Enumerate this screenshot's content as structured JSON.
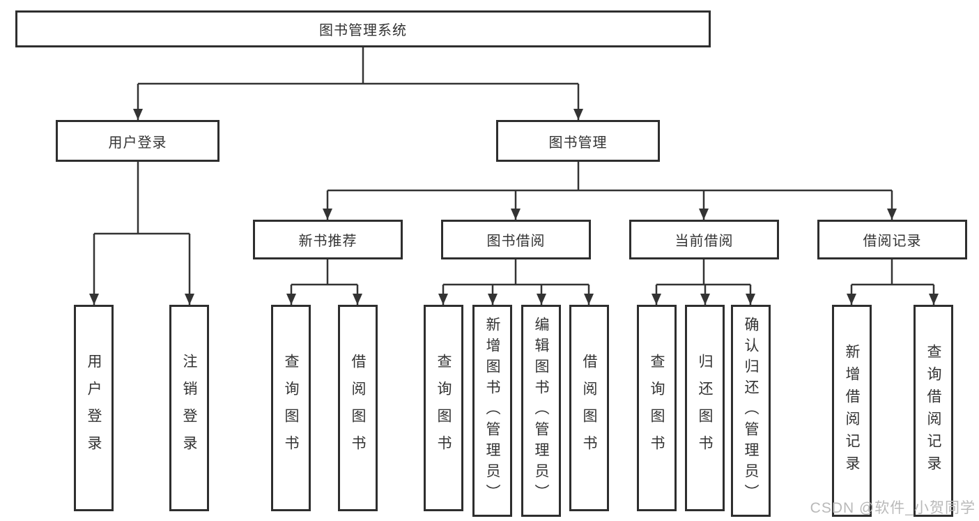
{
  "tree": {
    "label": "图书管理系统",
    "children": [
      {
        "label": "用户登录",
        "children": [
          {
            "label": "用户登录"
          },
          {
            "label": "注销登录"
          }
        ]
      },
      {
        "label": "图书管理",
        "children": [
          {
            "label": "新书推荐",
            "children": [
              {
                "label": "查询图书"
              },
              {
                "label": "借阅图书"
              }
            ]
          },
          {
            "label": "图书借阅",
            "children": [
              {
                "label": "查询图书"
              },
              {
                "label": "新增图书（管理员）"
              },
              {
                "label": "编辑图书（管理员）"
              },
              {
                "label": "借阅图书"
              }
            ]
          },
          {
            "label": "当前借阅",
            "children": [
              {
                "label": "查询图书"
              },
              {
                "label": "归还图书"
              },
              {
                "label": "确认归还（管理员）"
              }
            ]
          },
          {
            "label": "借阅记录",
            "children": [
              {
                "label": "新增借阅记录"
              },
              {
                "label": "查询借阅记录"
              }
            ]
          }
        ]
      }
    ]
  },
  "watermark": "CSDN @软件_小贺同学",
  "colors": {
    "line": "#333333",
    "border": "#2e2e2e",
    "fill": "#ffffff",
    "text": "#333333",
    "watermark": "#b9b9b9"
  }
}
